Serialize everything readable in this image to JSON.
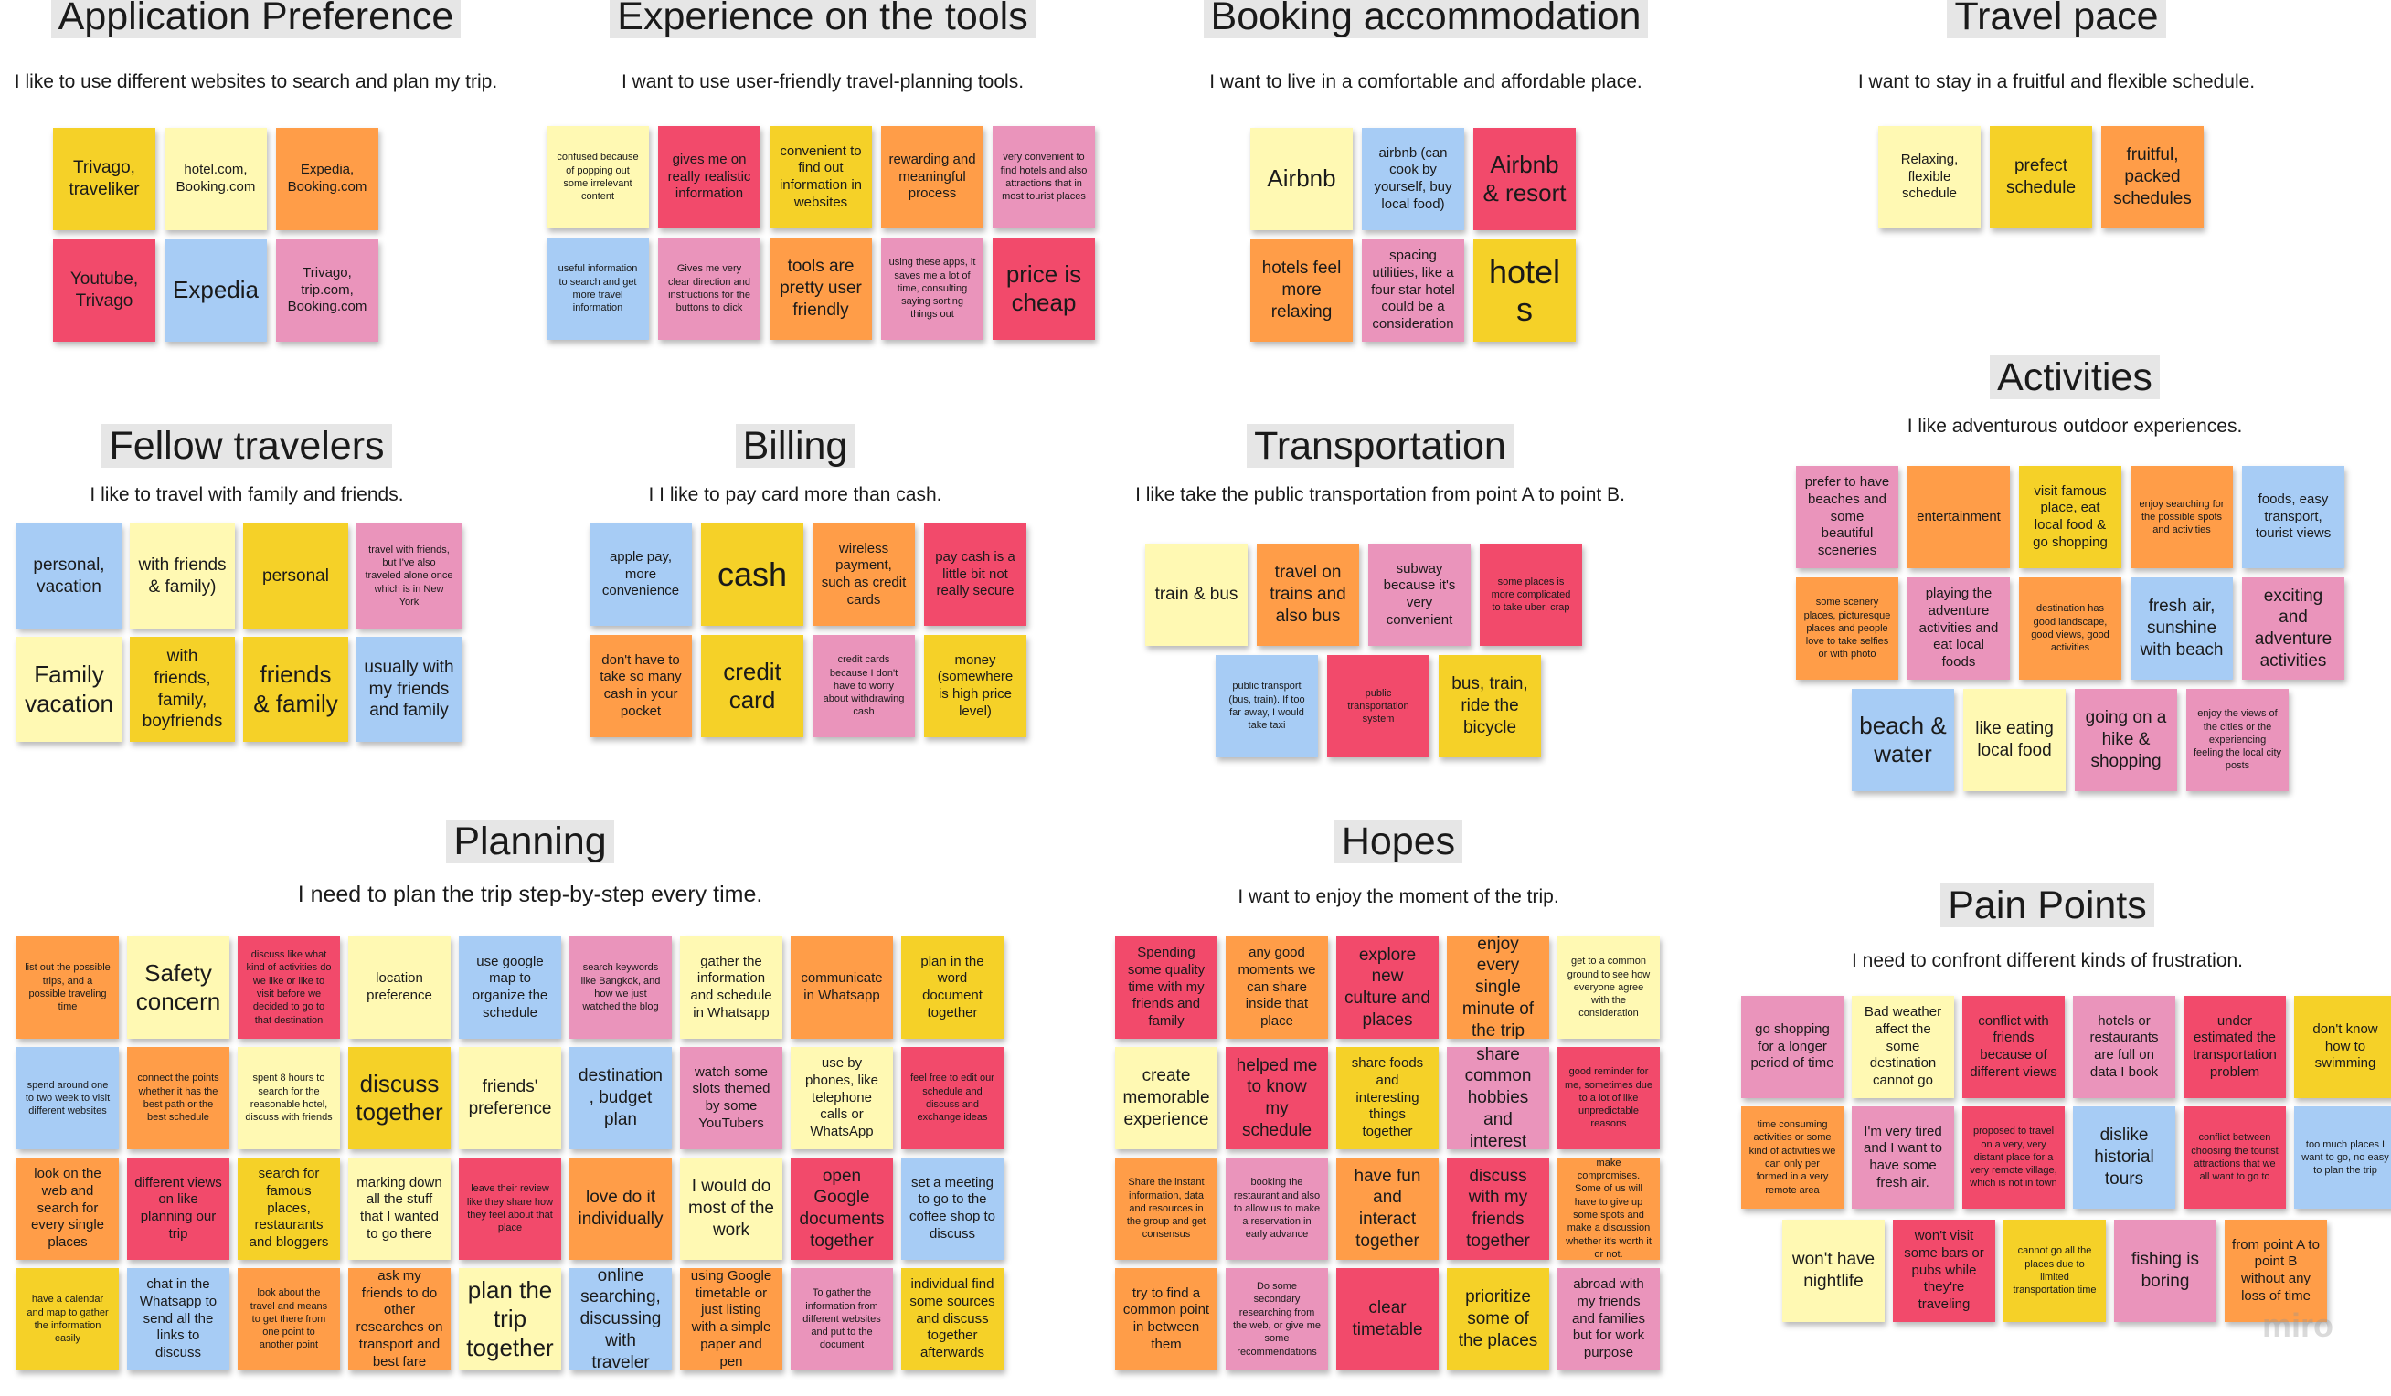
{
  "colors": {
    "yellow": "#fef487",
    "lightyellow": "#fff9b3",
    "orange": "#ff9d48",
    "blue": "#a7ccf5",
    "pink": "#ea94bb",
    "red": "#f24a6b",
    "gold": "#f5d128",
    "title_bg": "#e6e6e6"
  },
  "watermark": "miro",
  "clusters": {
    "application_preference": {
      "title": "Application Preference",
      "subtitle": "I like to use different websites to search and plan my trip.",
      "notes": [
        {
          "text": "Trivago, traveliker",
          "color": "gold"
        },
        {
          "text": "hotel.com, Booking.com",
          "color": "lightyellow"
        },
        {
          "text": "Expedia, Booking.com",
          "color": "orange"
        },
        {
          "text": "Youtube, Trivago",
          "color": "red"
        },
        {
          "text": "Expedia",
          "color": "blue"
        },
        {
          "text": "Trivago, trip.com, Booking.com",
          "color": "pink"
        }
      ]
    },
    "experience_tools": {
      "title": "Experience on the tools",
      "subtitle": "I want to use user-friendly travel-planning tools.",
      "notes": [
        {
          "text": "confused because of popping out some irrelevant content",
          "color": "lightyellow"
        },
        {
          "text": "gives me on really realistic information",
          "color": "red"
        },
        {
          "text": "convenient to find out information in websites",
          "color": "gold"
        },
        {
          "text": "rewarding and meaningful process",
          "color": "orange"
        },
        {
          "text": "very convenient to find hotels and also attractions that in most tourist places",
          "color": "pink"
        },
        {
          "text": "useful information to search and get more travel information",
          "color": "blue"
        },
        {
          "text": "Gives me very clear direction and instructions for the buttons to click",
          "color": "pink"
        },
        {
          "text": "tools are pretty user friendly",
          "color": "orange"
        },
        {
          "text": "using these apps, it saves me a lot of time, consulting saying sorting things out",
          "color": "pink"
        },
        {
          "text": "price is cheap",
          "color": "red"
        }
      ]
    },
    "booking_accommodation": {
      "title": "Booking accommodation",
      "subtitle": "I want to live in a comfortable and affordable place.",
      "notes": [
        {
          "text": "Airbnb",
          "color": "lightyellow"
        },
        {
          "text": "airbnb (can cook by yourself, buy local food)",
          "color": "blue"
        },
        {
          "text": "Airbnb & resort",
          "color": "red"
        },
        {
          "text": "hotels feel more relaxing",
          "color": "orange"
        },
        {
          "text": "spacing utilities, like a four star hotel could be a consideration",
          "color": "pink"
        },
        {
          "text": "hotels",
          "color": "gold"
        }
      ]
    },
    "travel_pace": {
      "title": "Travel pace",
      "subtitle": "I want to stay in a fruitful and flexible schedule.",
      "notes": [
        {
          "text": "Relaxing, flexible schedule",
          "color": "lightyellow"
        },
        {
          "text": "prefect schedule",
          "color": "gold"
        },
        {
          "text": "fruitful, packed schedules",
          "color": "orange"
        }
      ]
    },
    "activities": {
      "title": "Activities",
      "subtitle": "I like adventurous outdoor experiences.",
      "notes": [
        {
          "text": "prefer to have beaches and some beautiful sceneries",
          "color": "pink"
        },
        {
          "text": "entertainment",
          "color": "orange"
        },
        {
          "text": "visit famous place, eat local food & go shopping",
          "color": "gold"
        },
        {
          "text": "enjoy searching for the possible spots and activities",
          "color": "orange"
        },
        {
          "text": "foods, easy transport, tourist views",
          "color": "blue"
        },
        {
          "text": "some scenery places, picturesque places and people love to take selfies or with photo",
          "color": "orange"
        },
        {
          "text": "playing the adventure activities and eat local foods",
          "color": "pink"
        },
        {
          "text": "destination has good landscape, good views, good activities",
          "color": "orange"
        },
        {
          "text": "fresh air, sunshine with beach",
          "color": "blue"
        },
        {
          "text": "exciting and adventure activities",
          "color": "pink"
        },
        {
          "text": "beach & water",
          "color": "blue"
        },
        {
          "text": "like eating local food",
          "color": "lightyellow"
        },
        {
          "text": "going on a hike & shopping",
          "color": "pink"
        },
        {
          "text": "enjoy the views of the cities or the experiencing feeling the local city posts",
          "color": "pink"
        }
      ]
    },
    "fellow_travelers": {
      "title": "Fellow travelers",
      "subtitle": "I like to travel with family and friends.",
      "notes": [
        {
          "text": "personal, vacation",
          "color": "blue"
        },
        {
          "text": "with friends & family)",
          "color": "lightyellow"
        },
        {
          "text": "personal",
          "color": "gold"
        },
        {
          "text": "travel with friends, but I've also traveled alone once which is in New York",
          "color": "pink"
        },
        {
          "text": "Family vacation",
          "color": "lightyellow"
        },
        {
          "text": "with friends, family, boyfriends",
          "color": "gold"
        },
        {
          "text": "friends & family",
          "color": "gold"
        },
        {
          "text": "usually with my friends and family",
          "color": "blue"
        }
      ]
    },
    "billing": {
      "title": "Billing",
      "subtitle": "I I like to pay card more than cash.",
      "notes": [
        {
          "text": "apple pay, more convenience",
          "color": "blue"
        },
        {
          "text": "cash",
          "color": "gold"
        },
        {
          "text": "wireless payment, such as credit cards",
          "color": "orange"
        },
        {
          "text": "pay cash is a little bit not really secure",
          "color": "red"
        },
        {
          "text": "don't have to take so many cash in your pocket",
          "color": "orange"
        },
        {
          "text": "credit card",
          "color": "gold"
        },
        {
          "text": "credit cards because I don't have to worry about withdrawing cash",
          "color": "pink"
        },
        {
          "text": "money (somewhere is high price level)",
          "color": "gold"
        }
      ]
    },
    "transportation": {
      "title": "Transportation",
      "subtitle": "I like take the public transportation from point A to point B.",
      "notes": [
        {
          "text": "train & bus",
          "color": "lightyellow"
        },
        {
          "text": "travel on trains and also bus",
          "color": "orange"
        },
        {
          "text": "subway because it's very convenient",
          "color": "pink"
        },
        {
          "text": "some places is more complicated to take uber, crap",
          "color": "red"
        },
        {
          "text": "public transport (bus, train). If too far away, I would take taxi",
          "color": "blue"
        },
        {
          "text": "public transportation system",
          "color": "red"
        },
        {
          "text": "bus, train, ride the bicycle",
          "color": "gold"
        }
      ]
    },
    "planning": {
      "title": "Planning",
      "subtitle": "I need to plan the trip step-by-step every time.",
      "notes": [
        {
          "text": "list out the possible trips, and a possible traveling time",
          "color": "orange"
        },
        {
          "text": "Safety concern",
          "color": "lightyellow"
        },
        {
          "text": "discuss like what kind of activities do we like or like to visit before we decided to go to that destination",
          "color": "red"
        },
        {
          "text": "location preference",
          "color": "lightyellow"
        },
        {
          "text": "use google map to organize the schedule",
          "color": "blue"
        },
        {
          "text": "search keywords like Bangkok, and how we just watched the blog",
          "color": "pink"
        },
        {
          "text": "gather the information and schedule in Whatsapp",
          "color": "lightyellow"
        },
        {
          "text": "communicate in Whatsapp",
          "color": "orange"
        },
        {
          "text": "plan in the word document together",
          "color": "gold"
        },
        {
          "text": "spend around one to two week to visit different websites",
          "color": "blue"
        },
        {
          "text": "connect the points whether it has the best path or the best schedule",
          "color": "orange"
        },
        {
          "text": "spent 8 hours to search for the reasonable hotel, discuss with friends",
          "color": "lightyellow"
        },
        {
          "text": "discuss together",
          "color": "gold"
        },
        {
          "text": "friends' preference",
          "color": "lightyellow"
        },
        {
          "text": "destination, budget plan",
          "color": "blue"
        },
        {
          "text": "watch some slots themed by some YouTubers",
          "color": "pink"
        },
        {
          "text": "use by phones, like telephone calls or WhatsApp",
          "color": "lightyellow"
        },
        {
          "text": "feel free to edit our schedule and discuss and exchange ideas",
          "color": "red"
        },
        {
          "text": "look on the web and search for every single places",
          "color": "orange"
        },
        {
          "text": "different views on like planning our trip",
          "color": "red"
        },
        {
          "text": "search for famous places, restaurants and bloggers",
          "color": "gold"
        },
        {
          "text": "marking down all the stuff that I wanted to go there",
          "color": "lightyellow"
        },
        {
          "text": "leave their review like they share how they feel about that place",
          "color": "red"
        },
        {
          "text": "love do it individually",
          "color": "orange"
        },
        {
          "text": "I would do most of the work",
          "color": "lightyellow"
        },
        {
          "text": "open Google documents together",
          "color": "red"
        },
        {
          "text": "set a meeting to go to the coffee shop to discuss",
          "color": "blue"
        },
        {
          "text": "have a calendar and map to gather the information easily",
          "color": "gold"
        },
        {
          "text": "chat in the Whatsapp to send all the links to discuss",
          "color": "blue"
        },
        {
          "text": "look about the travel and means to get there from one point to another point",
          "color": "orange"
        },
        {
          "text": "ask my friends to do other researches on transport and best fare",
          "color": "orange"
        },
        {
          "text": "plan the trip together",
          "color": "lightyellow"
        },
        {
          "text": "online searching, discussing with traveler",
          "color": "blue"
        },
        {
          "text": "using Google timetable or just listing with a simple paper and pen",
          "color": "orange"
        },
        {
          "text": "To gather the information from different websites and put to the document",
          "color": "pink"
        },
        {
          "text": "individual find some sources and discuss together afterwards",
          "color": "gold"
        }
      ]
    },
    "hopes": {
      "title": "Hopes",
      "subtitle": "I want to enjoy the moment of the trip.",
      "notes": [
        {
          "text": "Spending some quality time with my friends and family",
          "color": "red"
        },
        {
          "text": "any good moments we can share inside that place",
          "color": "orange"
        },
        {
          "text": "explore new culture and places",
          "color": "red"
        },
        {
          "text": "enjoy every single minute of the trip",
          "color": "orange"
        },
        {
          "text": "get to a common ground to see how everyone agree with the consideration",
          "color": "lightyellow"
        },
        {
          "text": "create memorable experience",
          "color": "lightyellow"
        },
        {
          "text": "helped me to know my schedule",
          "color": "red"
        },
        {
          "text": "share foods and interesting things together",
          "color": "gold"
        },
        {
          "text": "share common hobbies and interest",
          "color": "pink"
        },
        {
          "text": "good reminder for me, sometimes due to a lot of like unpredictable reasons",
          "color": "red"
        },
        {
          "text": "Share the instant information, data and resources in the group and get consensus",
          "color": "orange"
        },
        {
          "text": "booking the restaurant and also to allow us to make a reservation in early advance",
          "color": "pink"
        },
        {
          "text": "have fun and interact together",
          "color": "orange"
        },
        {
          "text": "discuss with my friends together",
          "color": "red"
        },
        {
          "text": "make compromises. Some of us will have to give up some spots and make a discussion whether it's worth it or not.",
          "color": "orange"
        },
        {
          "text": "try to find a common point in between them",
          "color": "orange"
        },
        {
          "text": "Do some secondary researching from the web, or give me some recommendations",
          "color": "pink"
        },
        {
          "text": "clear timetable",
          "color": "red"
        },
        {
          "text": "prioritize some of the places",
          "color": "gold"
        },
        {
          "text": "abroad with my friends and families but for work purpose",
          "color": "pink"
        }
      ]
    },
    "pain_points": {
      "title": "Pain Points",
      "subtitle": "I need to confront different kinds of frustration.",
      "notes": [
        {
          "text": "go shopping for a longer period of time",
          "color": "pink"
        },
        {
          "text": "Bad weather affect the some destination cannot go",
          "color": "lightyellow"
        },
        {
          "text": "conflict with friends because of different views",
          "color": "red"
        },
        {
          "text": "hotels or restaurants are full on data I book",
          "color": "pink"
        },
        {
          "text": "under estimated the transportation problem",
          "color": "red"
        },
        {
          "text": "don't know how to swimming",
          "color": "gold"
        },
        {
          "text": "time consuming activities or some kind of activities we can only per formed in a very remote area",
          "color": "orange"
        },
        {
          "text": "I'm very tired and I want to have some fresh air.",
          "color": "pink"
        },
        {
          "text": "proposed to travel on a very, very distant place for a very remote village, which is not in town",
          "color": "red"
        },
        {
          "text": "dislike historial tours",
          "color": "blue"
        },
        {
          "text": "conflict between choosing the tourist attractions that we all want to go to",
          "color": "red"
        },
        {
          "text": "too much places I want to go, no easy to plan the trip",
          "color": "blue"
        },
        {
          "text": "won't have nightlife",
          "color": "lightyellow"
        },
        {
          "text": "won't visit some bars or pubs while they're traveling",
          "color": "red"
        },
        {
          "text": "cannot go all the places due to limited transportation time",
          "color": "gold"
        },
        {
          "text": "fishing is boring",
          "color": "pink"
        },
        {
          "text": "from point A to point B without any loss of time",
          "color": "orange"
        }
      ]
    }
  }
}
